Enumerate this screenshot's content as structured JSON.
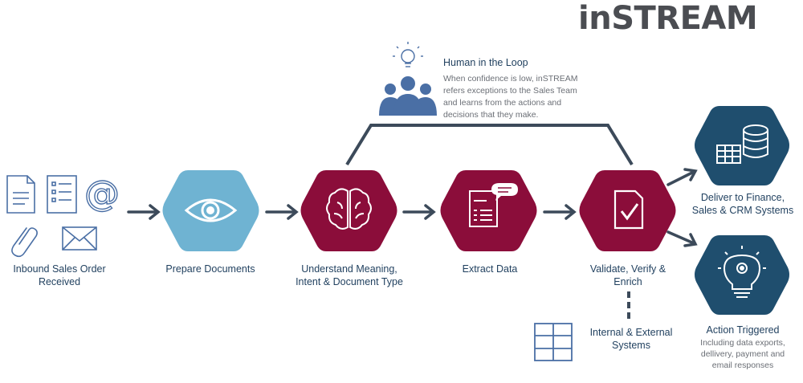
{
  "brand": {
    "logo_text": "inSTREAM"
  },
  "human_in_loop": {
    "title": "Human in the Loop",
    "description_lines": [
      "When confidence is low, inSTREAM",
      "refers exceptions to the Sales Team",
      "and learns from the actions and",
      "decisions that they make."
    ]
  },
  "steps": {
    "inbound": {
      "label_lines": [
        "Inbound Sales Order",
        "Received"
      ]
    },
    "prepare": {
      "label_lines": [
        "Prepare Documents"
      ]
    },
    "understand": {
      "label_lines": [
        "Understand Meaning,",
        "Intent & Document Type"
      ]
    },
    "extract": {
      "label_lines": [
        "Extract Data"
      ]
    },
    "validate": {
      "label_lines": [
        "Validate, Verify &",
        "Enrich"
      ]
    },
    "deliver": {
      "label_lines": [
        "Deliver to Finance,",
        "Sales & CRM Systems"
      ]
    },
    "action": {
      "label_lines": [
        "Action Triggered"
      ],
      "description_lines": [
        "Including data exports,",
        "dellivery, payment and",
        "email responses"
      ]
    },
    "systems": {
      "label_lines": [
        "Internal & External",
        "Systems"
      ]
    }
  },
  "colors": {
    "navy": "#1f4e6e",
    "crimson": "#8b0d3a",
    "sky": "#6fb3d2",
    "slate": "#3c4a5a",
    "icon_blue": "#4a6fa5"
  }
}
